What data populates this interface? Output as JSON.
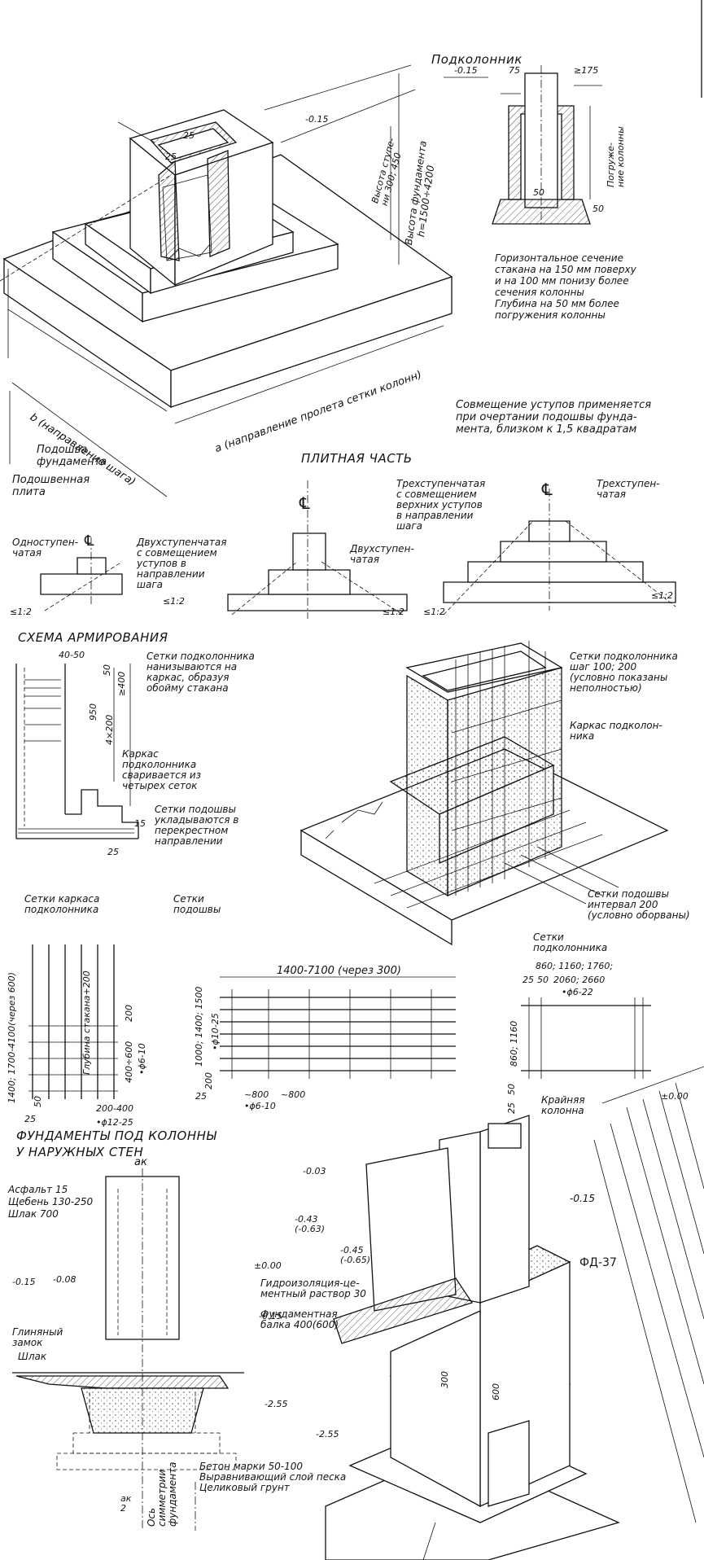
{
  "sections": {
    "podkolonnik_title": "Подколонник",
    "plate_part_title": "ПЛИТНАЯ ЧАСТЬ",
    "reinforcement_title": "СХЕМА АРМИРОВАНИЯ",
    "outer_walls_title": "ФУНДАМЕНТЫ ПОД КОЛОННЫ\nУ НАРУЖНЫХ  СТЕН"
  },
  "top_iso": {
    "level": "-0.15",
    "dim_25a": "25",
    "dim_25b": "25",
    "step_height": "Высота ступе-\nни 300; 450",
    "foundation_height": "Высота фундамента",
    "h_range": "h=1500÷4200",
    "a_label": "а (направление пролета сетки колонн)",
    "b_label": "b (направление шага)",
    "base_label": "Подошва\nфундамента",
    "plate_label": "Подошвенная\nплита"
  },
  "podkolonnik": {
    "level": "-0.15",
    "dim_75": "75",
    "dim_175": "≥175",
    "dim_50a": "50",
    "dim_50b": "50",
    "column_embed": "Погруже-\nние колонны",
    "note": "Горизонтальное сечение\nстакана на 150 мм поверху\nи на 100 мм понизу более\nсечения колонны\nГлубина на 50 мм более\nпогружения колонны"
  },
  "plate_part": {
    "combine_note": "Совмещение уступов применяется\nпри очертании подошвы фунда-\nмента, близком к 1,5 квадратам",
    "one_step": "Одноступен-\nчатая",
    "two_step_combined": "Двухступенчатая\nс совмещением\nуступов  в\nнаправлении\nшага",
    "two_step": "Двухступен-\nчатая",
    "three_step_combined": "Трехступенчатая\nс совмещением\nверхних уступов\nв направлении\nшага",
    "three_step": "Трехступен-\nчатая",
    "slope": "≤1:2",
    "axis_symbol": "℄"
  },
  "reinforcement": {
    "dim_40_50": "40-50",
    "dim_50": "50",
    "dim_950": "950",
    "dim_400": "≥400",
    "dim_200": "4×200",
    "dim_25": "25",
    "dim_15": "15",
    "mesh_note": "Сетки подколонника\nнанизываются на\nкаркас, образуя\nобойму стакана",
    "frame_note": "Каркас\nподколонника\nсваривается из\nчетырех сеток",
    "base_mesh_note": "Сетки подошвы\nукладываются в\nперекрестном\nнаправлении",
    "iso_mesh_note": "Сетки подколонника\nшаг 100; 200\n(условно показаны\nнеполностью)",
    "iso_frame_note": "Каркас подколон-\nника",
    "iso_base_mesh_note": "Сетки подошвы\nинтервал 200\n(условно оборваны)"
  },
  "meshes": {
    "frame_mesh_title": "Сетки каркаса\nподколонника",
    "base_mesh_title": "Сетки\nподошвы",
    "col_mesh_title": "Сетки\nподколонника",
    "frame_height": "1400; 1700-4100(через 600)",
    "glass_depth": "Глубина стакана+200",
    "dim_200": "200",
    "dim_400_600": "400÷600",
    "dim_50": "50",
    "rod_6_10": "•ϕ6-10",
    "dim_25": "25",
    "dim_200_400": "200-400",
    "rod_12_25": "•ϕ12-25",
    "base_length": "1400-7100 (через 300)",
    "base_width": "1000; 1400; 1500",
    "rod_10_25": "•ϕ10-25",
    "dim_200b": "200",
    "dim_25b": "25",
    "dim_800a": "~800",
    "dim_800b": "~800",
    "rod_6_10b": "•ϕ6-10",
    "col_widths_1": "860; 1160; 1760;",
    "col_widths_2": "2060; 2660",
    "dim_25c": "25",
    "dim_50c": "50",
    "rod_6_22": "•ϕ6-22",
    "col_height": "860; 1160",
    "dim_50d": "50",
    "dim_25d": "25"
  },
  "outer_walls": {
    "a_k": "aк",
    "asphalt": "Асфальт 15",
    "gravel": "Щебень 130-250",
    "slag": "Шлак 700",
    "level_015": "-0.15",
    "level_008": "-0.08",
    "level_000": "±0.00",
    "level_015b": "-0.15",
    "level_255": "-2.55",
    "clay_lock": "Глиняный\nзамок",
    "slag2": "Шлак",
    "waterproof": "Гидроизоляция-це-\nментный раствор 30",
    "beam": "Фундаментная\nбалка 400(600)",
    "concrete": "Бетон марки 50-100\nВыравнивающий слой песка\nЦеликовый грунт",
    "sym_axis": "Ось\nсимметрии\nфундамента",
    "half_ak": "aк\n2",
    "iso_003": "-0.03",
    "iso_043": "-0.43\n(-0.63)",
    "iso_045": "-0.45\n(-0.65)",
    "iso_000": "±0.00",
    "iso_015": "-0.15",
    "iso_255": "-2.55",
    "edge_column": "Крайняя\nколонна",
    "fd37": "ФД-37",
    "dim_300": "300",
    "dim_600": "600"
  }
}
